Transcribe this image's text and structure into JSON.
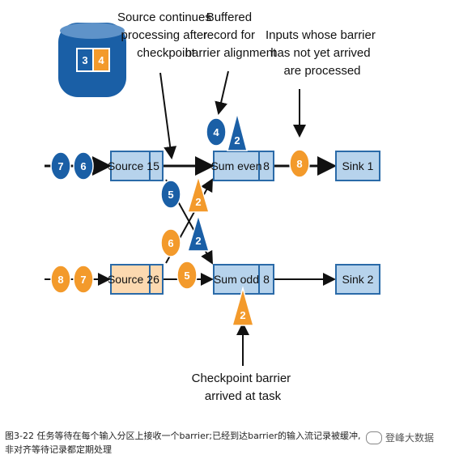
{
  "annotations": {
    "source_continues": [
      "Source continues",
      "processing after",
      "checkpoint"
    ],
    "buffered": [
      "Buffered",
      "record for",
      "barrier alignment"
    ],
    "inputs_barrier": [
      "Inputs whose barrier",
      "has not yet arrived",
      "are processed"
    ],
    "checkpoint_barrier": [
      "Checkpoint barrier",
      "arrived at task"
    ]
  },
  "legend": {
    "left": "3",
    "right": "4"
  },
  "nodes": {
    "source1": {
      "label": "Source 1",
      "value": "5"
    },
    "source2": {
      "label": "Source 2",
      "value": "6"
    },
    "sum_even": {
      "label": "Sum even",
      "value": "8"
    },
    "sum_odd": {
      "label": "Sum odd",
      "value": "8"
    },
    "sink1": {
      "label": "Sink 1"
    },
    "sink2": {
      "label": "Sink 2"
    }
  },
  "tokens": {
    "in1_a": "7",
    "in1_b": "6",
    "in2_a": "8",
    "in2_b": "7",
    "blue_cross": "5",
    "orange_cross": "6",
    "orange_source2_out": "5",
    "buffered_record": "4",
    "buffered_barrier": "2",
    "orange_barrier_cross": "2",
    "blue_barrier_cross": "2",
    "sink1_token": "8",
    "odd_barrier": "2"
  },
  "colors": {
    "blue": "#1a5fa6",
    "orange": "#f39a2b",
    "box_blue": "#b7d3ec",
    "box_orange": "#fcd9b0",
    "edge": "#2a6aa8"
  },
  "caption": "图3-22 任务等待在每个输入分区上接收一个barrier;已经到达barrier的输入流记录被缓冲,非对齐等待记录都定期处理",
  "watermark": "登峰大数据"
}
